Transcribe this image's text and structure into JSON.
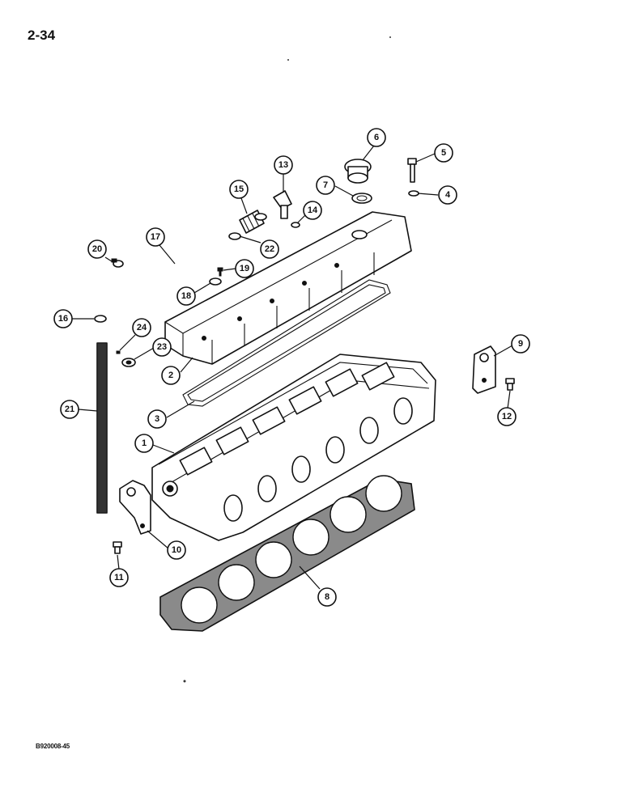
{
  "page": {
    "number": "2-34",
    "figure_code": "B920008-45"
  },
  "callouts": [
    {
      "label": "1"
    },
    {
      "label": "2"
    },
    {
      "label": "3"
    },
    {
      "label": "4"
    },
    {
      "label": "5"
    },
    {
      "label": "6"
    },
    {
      "label": "7"
    },
    {
      "label": "8"
    },
    {
      "label": "9"
    },
    {
      "label": "10"
    },
    {
      "label": "11"
    },
    {
      "label": "12"
    },
    {
      "label": "13"
    },
    {
      "label": "14"
    },
    {
      "label": "15"
    },
    {
      "label": "16"
    },
    {
      "label": "17"
    },
    {
      "label": "18"
    },
    {
      "label": "19"
    },
    {
      "label": "20"
    },
    {
      "label": "21"
    },
    {
      "label": "22"
    },
    {
      "label": "23"
    },
    {
      "label": "24"
    }
  ]
}
